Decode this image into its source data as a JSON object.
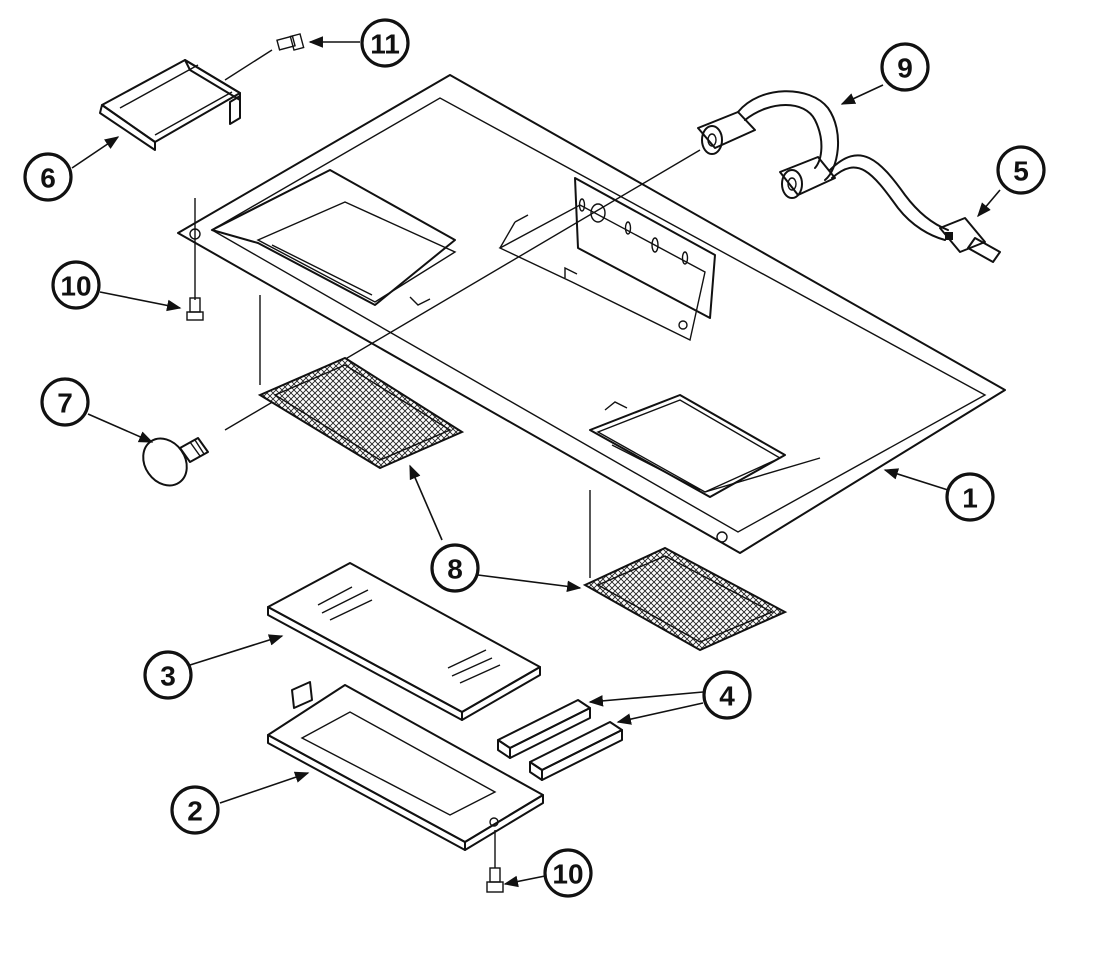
{
  "diagram": {
    "callouts": [
      {
        "id": "c1",
        "label": "1"
      },
      {
        "id": "c2",
        "label": "2"
      },
      {
        "id": "c3",
        "label": "3"
      },
      {
        "id": "c4",
        "label": "4"
      },
      {
        "id": "c5",
        "label": "5"
      },
      {
        "id": "c6",
        "label": "6"
      },
      {
        "id": "c7",
        "label": "7"
      },
      {
        "id": "c8",
        "label": "8"
      },
      {
        "id": "c9",
        "label": "9"
      },
      {
        "id": "c10a",
        "label": "10"
      },
      {
        "id": "c10b",
        "label": "10"
      },
      {
        "id": "c11",
        "label": "11"
      }
    ]
  }
}
